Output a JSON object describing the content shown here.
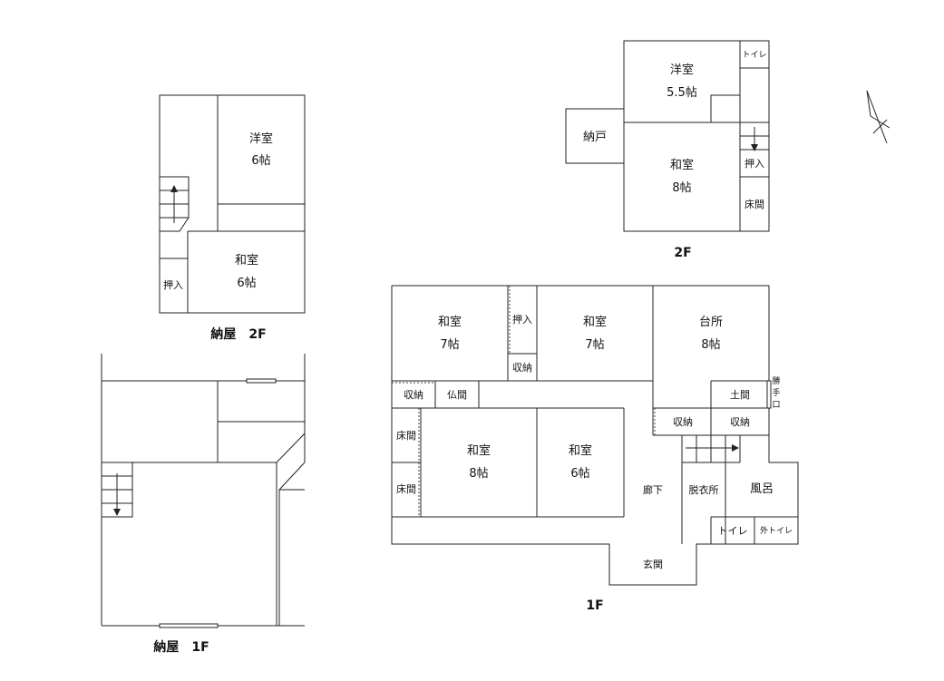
{
  "labels": {
    "annex_2f": {
      "yoshitsu": "洋室",
      "yoshitsu_size": "6帖",
      "washitsu": "和室",
      "washitsu_size": "6帖",
      "oshiire": "押入",
      "title": "納屋　2F"
    },
    "annex_1f": {
      "title": "納屋　1F"
    },
    "main_2f": {
      "yoshitsu": "洋室",
      "yoshitsu_size": "5.5帖",
      "toilet": "トイレ",
      "nando": "納戸",
      "washitsu": "和室",
      "washitsu_size": "8帖",
      "oshiire": "押入",
      "tokonoma": "床間",
      "title": "2F"
    },
    "main_1f": {
      "washitsu_a": "和室",
      "washitsu_a_size": "7帖",
      "oshiire": "押入",
      "shuno_a": "収納",
      "washitsu_b": "和室",
      "washitsu_b_size": "7帖",
      "daidokoro": "台所",
      "daidokoro_size": "8帖",
      "shuno_b": "収納",
      "butsuma": "仏間",
      "doma": "土間",
      "katteguchi": [
        "勝",
        "手",
        "口"
      ],
      "tokonoma_a": "床間",
      "tokonoma_b": "床間",
      "washitsu_c": "和室",
      "washitsu_c_size": "8帖",
      "washitsu_d": "和室",
      "washitsu_d_size": "6帖",
      "shuno_c": "収納",
      "shuno_d": "収納",
      "roka": "廊下",
      "datsuijo": "脱衣所",
      "furo": "風呂",
      "toilet": "トイレ",
      "soto_toilet": "外トイレ",
      "genkan": "玄関",
      "title": "1F"
    }
  }
}
